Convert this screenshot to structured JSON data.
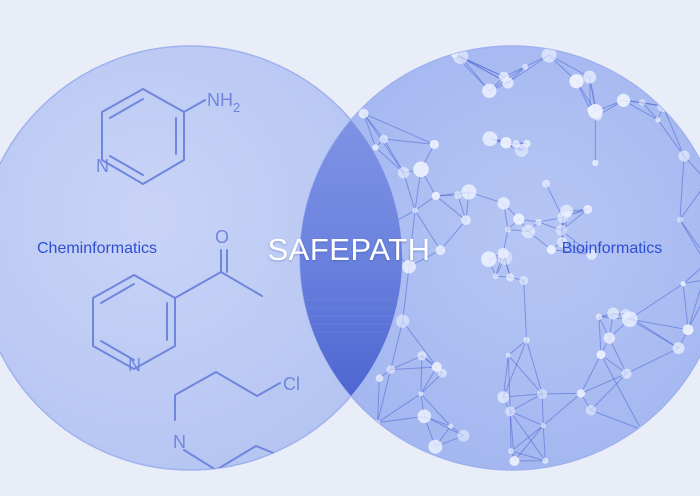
{
  "diagram": {
    "type": "venn",
    "left_set": {
      "label": "Cheminformatics"
    },
    "right_set": {
      "label": "Bioinformatics"
    },
    "intersection": {
      "label": "SAFEPATH"
    }
  },
  "molecule_labels": {
    "amine_top": "NH",
    "amine_sub": "2",
    "ring1_n": "N",
    "carbonyl_o": "O",
    "ring2_n": "N",
    "cl_1": "Cl",
    "chain_n": "N"
  },
  "colors": {
    "background": "#e9edf8",
    "left_circle": "#bccaf4",
    "right_circle": "#a9bbf1",
    "intersection": "#5b73d8",
    "label_text": "#2f4fd0",
    "network_lines": "#4f68d6",
    "network_nodes": "#eef2ff"
  }
}
